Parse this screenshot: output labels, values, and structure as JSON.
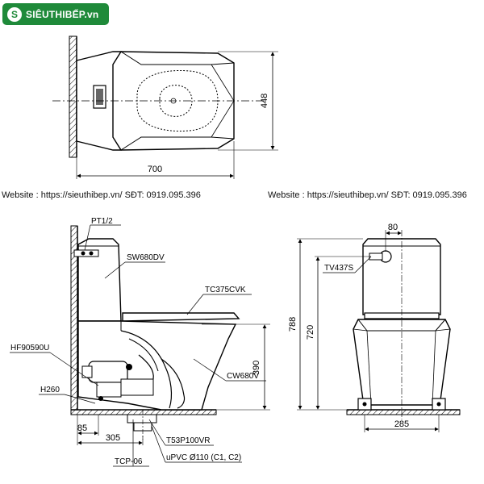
{
  "brand": {
    "name": "SIÊUTHIBẾP.vn",
    "color": "#1f8a3a"
  },
  "website_lines": [
    "Website : https://sieuthibep.vn/  SĐT: 0919.095.396",
    "Website : https://sieuthibep.vn/  SĐT: 0919.095.396"
  ],
  "top_view": {
    "width_dim": "700",
    "depth_dim": "448"
  },
  "side_view": {
    "dims": {
      "seat_height": "390",
      "wall_left": "85",
      "rough_in": "305"
    },
    "labels": {
      "pt": "PT1/2",
      "tank": "SW680DV",
      "seat": "TC375CVK",
      "bowl": "CW680V",
      "hf": "HF90590U",
      "h": "H260",
      "flange": "T53P100VR",
      "tcp": "TCP-06",
      "pipe": "uPVC Ø110 (C1, C2)"
    }
  },
  "front_view": {
    "dims": {
      "total_height": "788",
      "tank_height": "720",
      "inlet": "80",
      "base_width": "285"
    },
    "labels": {
      "valve": "TV437S"
    }
  }
}
